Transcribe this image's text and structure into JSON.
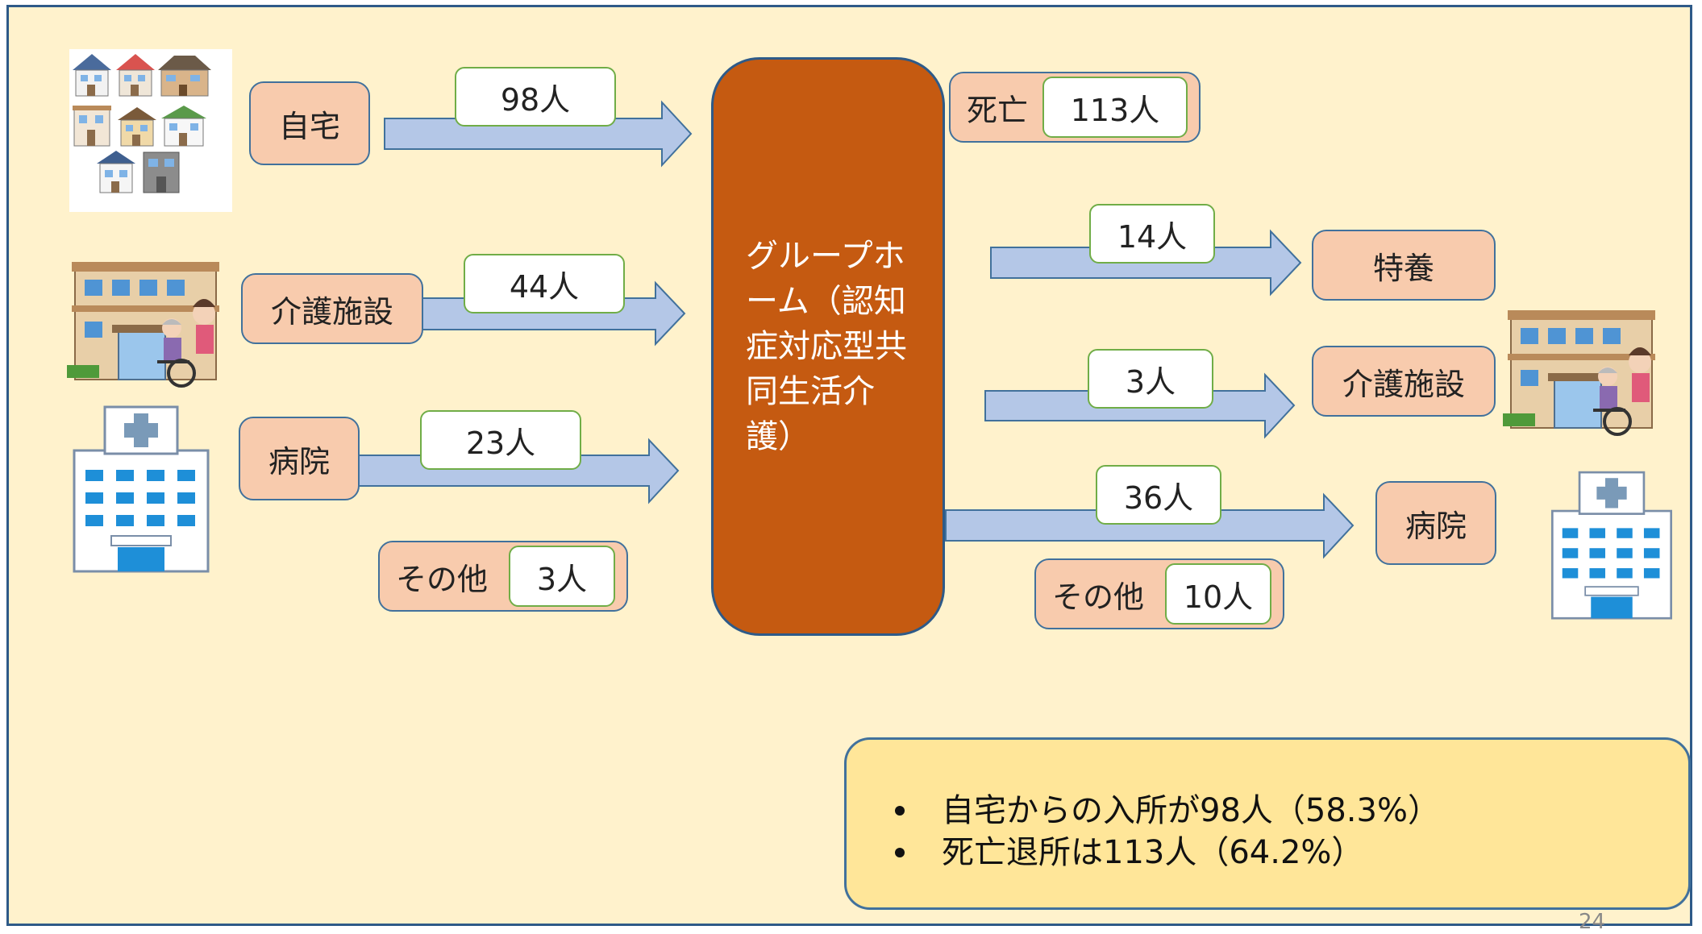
{
  "center_node": {
    "label": "グループホーム（認知症対応型共同生活介護）"
  },
  "sources": [
    {
      "label": "自宅",
      "count": "98人",
      "icon": "houses-icon"
    },
    {
      "label": "介護施設",
      "count": "44人",
      "icon": "care-facility-icon"
    },
    {
      "label": "病院",
      "count": "23人",
      "icon": "hospital-icon"
    }
  ],
  "source_other": {
    "label": "その他",
    "count": "3人"
  },
  "death": {
    "label": "死亡",
    "count": "113人"
  },
  "destinations": [
    {
      "label": "特養",
      "count": "14人"
    },
    {
      "label": "介護施設",
      "count": "3人",
      "icon": "care-facility-icon"
    },
    {
      "label": "病院",
      "count": "36人",
      "icon": "hospital-icon"
    }
  ],
  "destination_other": {
    "label": "その他",
    "count": "10人"
  },
  "summary": {
    "bullets": [
      "自宅からの入所が98人（58.3%）",
      "死亡退所は113人（64.2%）"
    ]
  },
  "page_number": "24",
  "colors": {
    "background": "#fff2cc",
    "center_node": "#c55a11",
    "label_box": "#f8cbad",
    "count_border": "#70ad47",
    "arrow": "#b4c7e7",
    "summary_box": "#ffe699"
  }
}
